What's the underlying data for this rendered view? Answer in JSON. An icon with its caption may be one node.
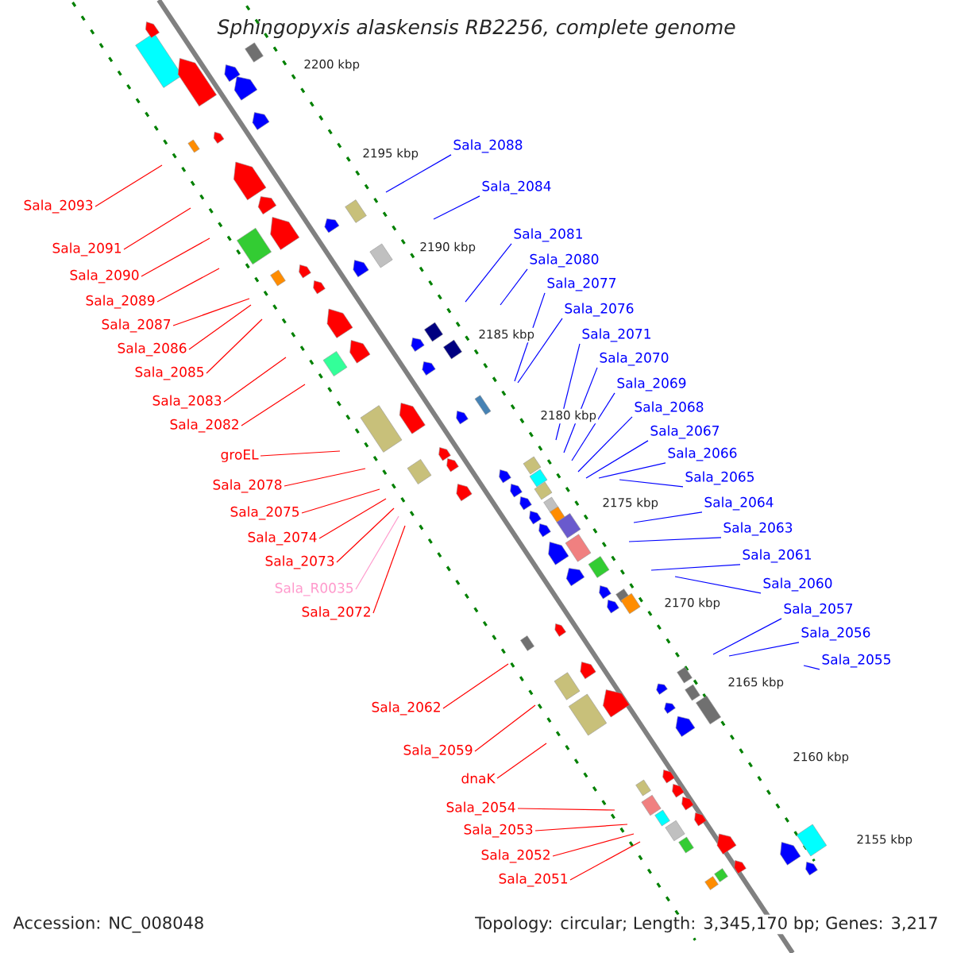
{
  "diagram": {
    "title": "Sphingopyxis alaskensis RB2256, complete genome",
    "nodes": [
      {
        "text": [
          "Sala_2093"
        ]
      },
      {
        "text": [
          "Sala_2091"
        ]
      },
      {
        "text": [
          "Sala_2090"
        ]
      },
      {
        "text": [
          "Sala_2089"
        ]
      },
      {
        "text": [
          "Sala_2087"
        ]
      },
      {
        "text": [
          "Sala_2086"
        ]
      },
      {
        "text": [
          "Sala_2085"
        ]
      },
      {
        "text": [
          "Sala_2083"
        ]
      },
      {
        "text": [
          "Sala_2082"
        ]
      },
      {
        "text": [
          "groEL"
        ]
      },
      {
        "text": [
          "Sala_2078"
        ]
      },
      {
        "text": [
          "Sala_2075"
        ]
      },
      {
        "text": [
          "Sala_2074"
        ]
      },
      {
        "text": [
          "Sala_2073"
        ]
      },
      {
        "text": [
          "Sala_R0035"
        ]
      },
      {
        "text": [
          "Sala_2072"
        ]
      },
      {
        "text": [
          "Sala_2062"
        ]
      },
      {
        "text": [
          "Sala_2059"
        ]
      },
      {
        "text": [
          "dnaK"
        ]
      },
      {
        "text": [
          "Sala_2054"
        ]
      },
      {
        "text": [
          "Sala_2053"
        ]
      },
      {
        "text": [
          "Sala_2052"
        ]
      },
      {
        "text": [
          "Sala_2051"
        ]
      },
      {
        "text": [
          "Sala_2088"
        ]
      },
      {
        "text": [
          "Sala_2084"
        ]
      },
      {
        "text": [
          "Sala_2081"
        ]
      },
      {
        "text": [
          "Sala_2080"
        ]
      },
      {
        "text": [
          "Sala_2077"
        ]
      },
      {
        "text": [
          "Sala_2076"
        ]
      },
      {
        "text": [
          "Sala_2071"
        ]
      },
      {
        "text": [
          "Sala_2070"
        ]
      },
      {
        "text": [
          "Sala_2069"
        ]
      },
      {
        "text": [
          "Sala_2068"
        ]
      },
      {
        "text": [
          "Sala_2067"
        ]
      },
      {
        "text": [
          "Sala_2066"
        ]
      },
      {
        "text": [
          "Sala_2065"
        ]
      },
      {
        "text": [
          "Sala_2064"
        ]
      },
      {
        "text": [
          "Sala_2063"
        ]
      },
      {
        "text": [
          "Sala_2061"
        ]
      },
      {
        "text": [
          "Sala_2060"
        ]
      },
      {
        "text": [
          "Sala_2057"
        ]
      },
      {
        "text": [
          "Sala_2056"
        ]
      },
      {
        "text": [
          "Sala_2055"
        ]
      }
    ],
    "edges": [
      {
        "from": 0,
        "to": null,
        "arrow": "none"
      },
      {
        "from": 1,
        "to": null,
        "arrow": "none"
      },
      {
        "from": 2,
        "to": null,
        "arrow": "none"
      },
      {
        "from": 3,
        "to": null,
        "arrow": "none"
      },
      {
        "from": 4,
        "to": null,
        "arrow": "none"
      },
      {
        "from": 5,
        "to": null,
        "arrow": "none"
      },
      {
        "from": 6,
        "to": null,
        "arrow": "none"
      },
      {
        "from": 7,
        "to": null,
        "arrow": "none"
      },
      {
        "from": 8,
        "to": null,
        "arrow": "none"
      },
      {
        "from": 9,
        "to": null,
        "arrow": "none"
      },
      {
        "from": 10,
        "to": null,
        "arrow": "none"
      },
      {
        "from": 11,
        "to": null,
        "arrow": "none"
      },
      {
        "from": 12,
        "to": null,
        "arrow": "none"
      },
      {
        "from": 13,
        "to": null,
        "arrow": "none"
      },
      {
        "from": 14,
        "to": null,
        "arrow": "none",
        "color": "#ff99cc"
      },
      {
        "from": 15,
        "to": null,
        "arrow": "none"
      },
      {
        "from": 16,
        "to": null,
        "arrow": "none"
      },
      {
        "from": 17,
        "to": null,
        "arrow": "none"
      },
      {
        "from": 18,
        "to": null,
        "arrow": "none"
      },
      {
        "from": 19,
        "to": null,
        "arrow": "none"
      },
      {
        "from": 20,
        "to": null,
        "arrow": "none"
      },
      {
        "from": 21,
        "to": null,
        "arrow": "none"
      },
      {
        "from": 22,
        "to": null,
        "arrow": "none"
      },
      {
        "from": 23,
        "to": null,
        "arrow": "none",
        "color": "#0000ff"
      },
      {
        "from": 24,
        "to": null,
        "arrow": "none",
        "color": "#0000ff"
      },
      {
        "from": 25,
        "to": null,
        "arrow": "none",
        "color": "#0000ff"
      },
      {
        "from": 26,
        "to": null,
        "arrow": "none",
        "color": "#0000ff"
      },
      {
        "from": 27,
        "to": null,
        "arrow": "none",
        "color": "#0000ff"
      },
      {
        "from": 28,
        "to": null,
        "arrow": "none",
        "color": "#0000ff"
      },
      {
        "from": 29,
        "to": null,
        "arrow": "none",
        "color": "#0000ff"
      },
      {
        "from": 30,
        "to": null,
        "arrow": "none",
        "color": "#0000ff"
      },
      {
        "from": 31,
        "to": null,
        "arrow": "none",
        "color": "#0000ff"
      },
      {
        "from": 32,
        "to": null,
        "arrow": "none",
        "color": "#0000ff"
      },
      {
        "from": 33,
        "to": null,
        "arrow": "none",
        "color": "#0000ff"
      },
      {
        "from": 34,
        "to": null,
        "arrow": "none",
        "color": "#0000ff"
      },
      {
        "from": 35,
        "to": null,
        "arrow": "none",
        "color": "#0000ff"
      },
      {
        "from": 36,
        "to": null,
        "arrow": "none",
        "color": "#0000ff"
      },
      {
        "from": 37,
        "to": null,
        "arrow": "none",
        "color": "#0000ff"
      },
      {
        "from": 38,
        "to": null,
        "arrow": "none",
        "color": "#0000ff"
      },
      {
        "from": 39,
        "to": null,
        "arrow": "none",
        "color": "#0000ff"
      },
      {
        "from": 40,
        "to": null,
        "arrow": "none",
        "color": "#0000ff"
      },
      {
        "from": 41,
        "to": null,
        "arrow": "none",
        "color": "#0000ff"
      },
      {
        "from": 42,
        "to": null,
        "arrow": "none",
        "color": "#0000ff"
      }
    ],
    "labels": [
      "2200 kbp",
      "2195 kbp",
      "2190 kbp",
      "2185 kbp",
      "2180 kbp",
      "2175 kbp",
      "2170 kbp",
      "2165 kbp",
      "2160 kbp",
      "2155 kbp",
      "Accession: NC_008048",
      "Topology: circular; Length: 3,345,170 bp; Genes: 3,217"
    ]
  }
}
